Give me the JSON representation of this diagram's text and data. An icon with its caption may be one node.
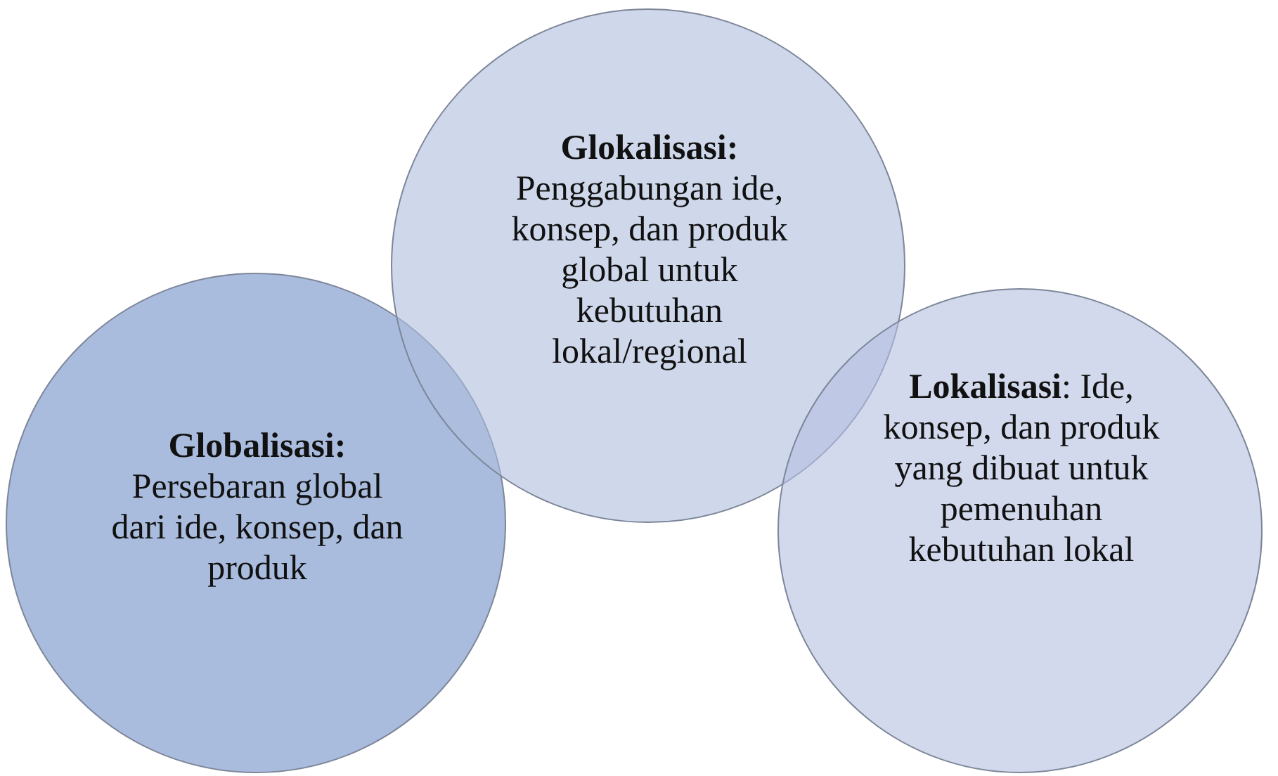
{
  "diagram": {
    "nodes": [
      {
        "text": [
          "Globalisasi:",
          "Persebaran global dari ide, konsep, dan produk"
        ]
      },
      {
        "text": [
          "Glokalisasi:",
          "Penggabungan ide, konsep, dan produk global untuk kebutuhan lokal/regional"
        ]
      },
      {
        "text": [
          "**Lokalisasi**: Ide, konsep, dan produk yang dibuat untuk pemenuhan kebutuhan lokal"
        ]
      }
    ]
  }
}
